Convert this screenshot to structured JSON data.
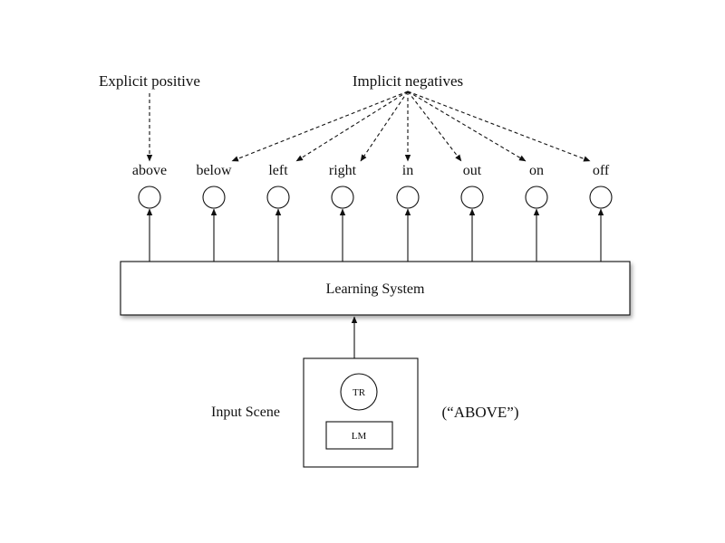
{
  "labels": {
    "explicit_positive": "Explicit positive",
    "implicit_negatives": "Implicit negatives",
    "learning_system": "Learning System",
    "input_scene": "Input Scene",
    "trajector": "TR",
    "landmark": "LM",
    "scene_caption": "(“ABOVE”)"
  },
  "outputs": [
    "above",
    "below",
    "left",
    "right",
    "in",
    "out",
    "on",
    "off"
  ],
  "positive_index": 0
}
